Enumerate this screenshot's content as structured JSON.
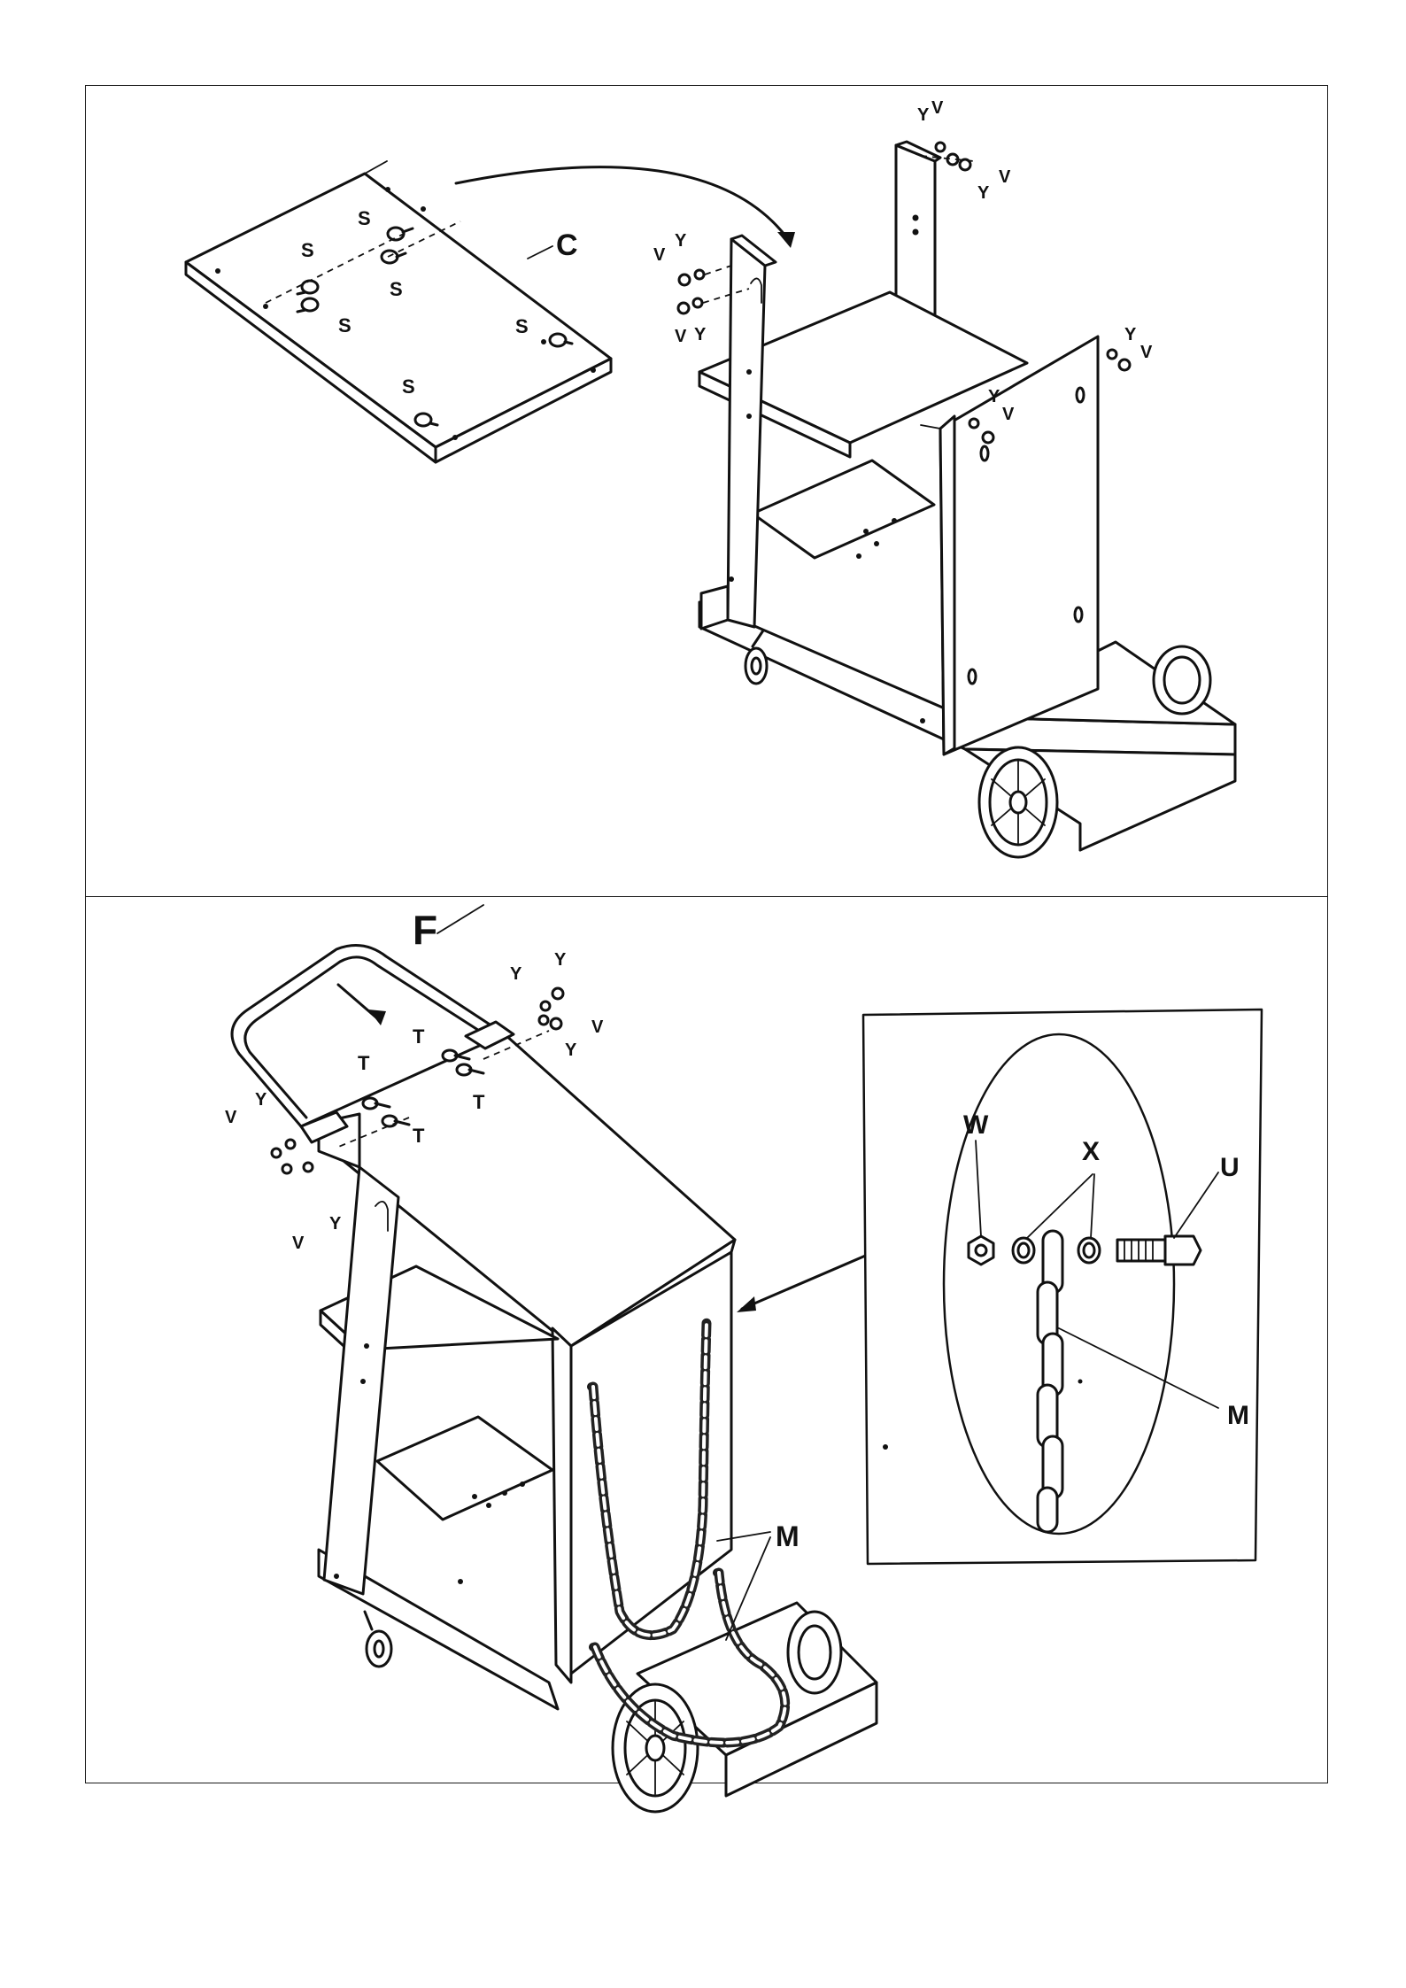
{
  "top_panel": {
    "part_label": "C",
    "shelf_labels": [
      "S",
      "S",
      "S",
      "S",
      "S",
      "S"
    ],
    "hardware_labels": [
      "Y",
      "V",
      "Y",
      "V",
      "V",
      "Y",
      "V",
      "Y",
      "Y",
      "V",
      "Y",
      "V"
    ]
  },
  "bottom_panel": {
    "part_label": "F",
    "bolt_labels": [
      "T",
      "T",
      "T",
      "T"
    ],
    "hardware_labels": [
      "Y",
      "Y",
      "V",
      "Y",
      "V",
      "Y",
      "V",
      "Y"
    ],
    "chain_label": "M",
    "detail": {
      "labels": [
        "W",
        "X",
        "U",
        "M"
      ]
    }
  }
}
